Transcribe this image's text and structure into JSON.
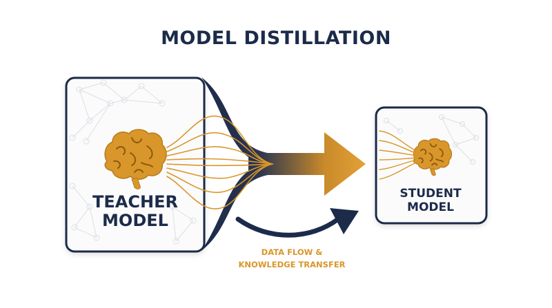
{
  "title": "MODEL DISTILLATION",
  "teacher": {
    "label": "TEACHER\nMODEL"
  },
  "student": {
    "label": "STUDENT\nMODEL"
  },
  "flow": {
    "label": "DATA FLOW &\nKNOWLEDGE TRANSFER"
  },
  "colors": {
    "navy": "#1c2b4a",
    "gold": "#d9962a",
    "network_grey": "#d4d7dc",
    "card_fill": "#fbfbfc"
  },
  "icons": {
    "teacher": "brain-icon",
    "student": "brain-icon",
    "background": "neural-network-pattern"
  }
}
